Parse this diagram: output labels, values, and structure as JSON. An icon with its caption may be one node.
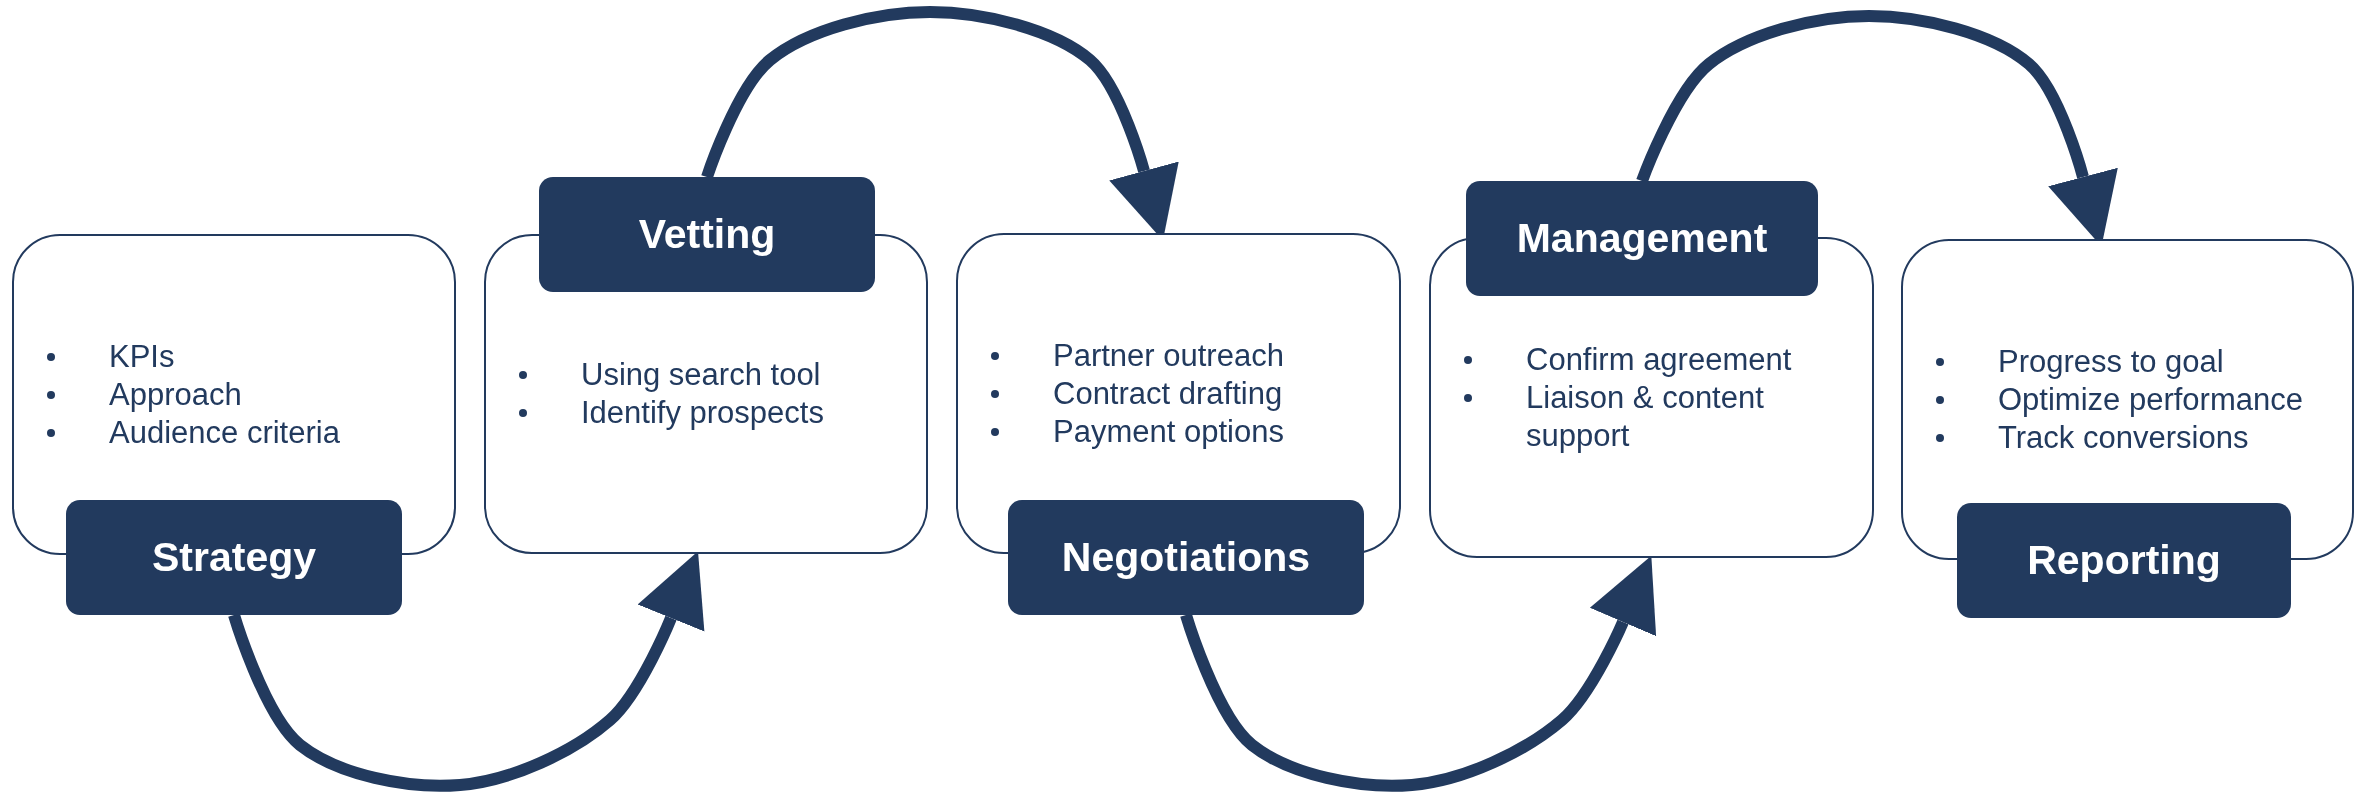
{
  "diagram": {
    "nodes": [
      {
        "text": [
          "Strategy",
          "KPIs",
          "Approach",
          "Audience criteria"
        ]
      },
      {
        "text": [
          "Vetting",
          "Using search tool",
          "Identify prospects"
        ]
      },
      {
        "text": [
          "Negotiations",
          "Partner outreach",
          "Contract drafting",
          "Payment options"
        ]
      },
      {
        "text": [
          "Management",
          "Confirm agreement",
          "Liaison & content support"
        ]
      },
      {
        "text": [
          "Reporting",
          "Progress to goal",
          "Optimize performance",
          "Track conversions"
        ]
      }
    ],
    "edges": [
      {
        "from": 0,
        "to": 1,
        "arrow": "to"
      },
      {
        "from": 1,
        "to": 2,
        "arrow": "to"
      },
      {
        "from": 2,
        "to": 3,
        "arrow": "to"
      },
      {
        "from": 3,
        "to": 4,
        "arrow": "to"
      }
    ]
  }
}
